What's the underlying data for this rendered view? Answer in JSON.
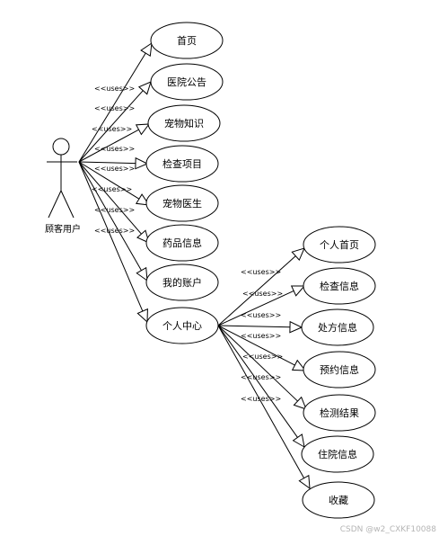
{
  "actor": {
    "name": "顾客用户"
  },
  "stereotype": "<<uses>>",
  "main_use_cases": [
    "首页",
    "医院公告",
    "宠物知识",
    "检查项目",
    "宠物医生",
    "药品信息",
    "我的账户",
    "个人中心"
  ],
  "center_use_cases": [
    "个人首页",
    "检查信息",
    "处方信息",
    "预约信息",
    "检测结果",
    "住院信息",
    "收藏"
  ],
  "watermark": "CSDN @w2_CXKF10088"
}
